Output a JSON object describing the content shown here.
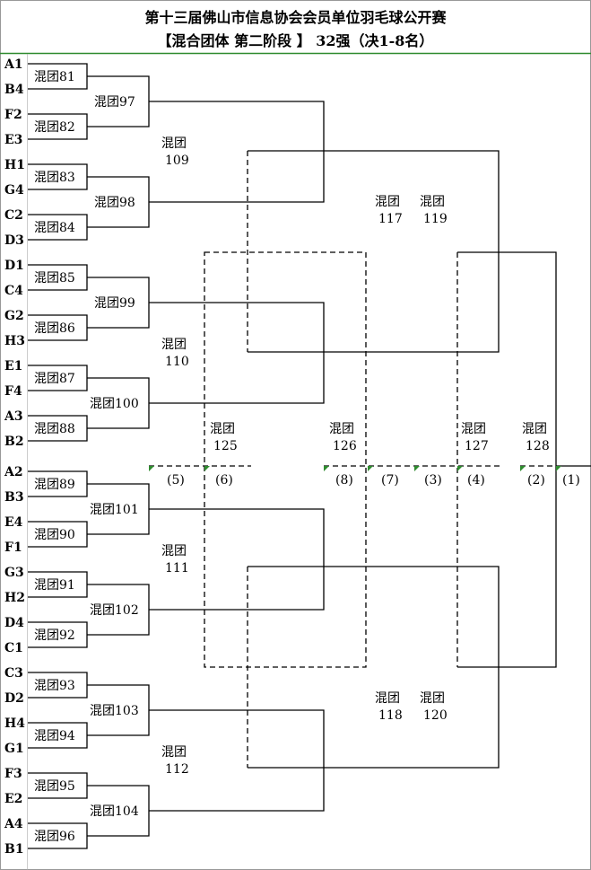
{
  "title": {
    "line1": "第十三届佛山市信息协会会员单位羽毛球公开赛",
    "line2": "【混合团体 第二阶段 】 32强（决1-8名）"
  },
  "seeds": [
    "A1",
    "B4",
    "F2",
    "E3",
    "H1",
    "G4",
    "C2",
    "D3",
    "D1",
    "C4",
    "G2",
    "H3",
    "E1",
    "F4",
    "A3",
    "B2",
    "A2",
    "B3",
    "E4",
    "F1",
    "G3",
    "H2",
    "D4",
    "C1",
    "C3",
    "D2",
    "H4",
    "G1",
    "F3",
    "E2",
    "A4",
    "B1"
  ],
  "round1": [
    "混团81",
    "混团82",
    "混团83",
    "混团84",
    "混团85",
    "混团86",
    "混团87",
    "混团88",
    "混团89",
    "混团90",
    "混团91",
    "混团92",
    "混团93",
    "混团94",
    "混团95",
    "混团96"
  ],
  "round2": [
    "混团97",
    "混团98",
    "混团99",
    "混团100",
    "混团101",
    "混团102",
    "混团103",
    "混团104"
  ],
  "round3": [
    {
      "l1": "混团",
      "l2": "109"
    },
    {
      "l1": "混团",
      "l2": "110"
    },
    {
      "l1": "混团",
      "l2": "111"
    },
    {
      "l1": "混团",
      "l2": "112"
    }
  ],
  "mid": [
    {
      "a1": "混团",
      "a2": "117",
      "b1": "混团",
      "b2": "119"
    },
    {
      "a1": "混团",
      "a2": "118",
      "b1": "混团",
      "b2": "120"
    }
  ],
  "finals": [
    {
      "l1": "混团",
      "l2": "125"
    },
    {
      "l1": "混团",
      "l2": "126"
    },
    {
      "l1": "混团",
      "l2": "127"
    },
    {
      "l1": "混团",
      "l2": "128"
    }
  ],
  "places": [
    "(5)",
    "(6)",
    "(8)",
    "(7)",
    "(3)",
    "(4)",
    "(2)",
    "(1)"
  ]
}
